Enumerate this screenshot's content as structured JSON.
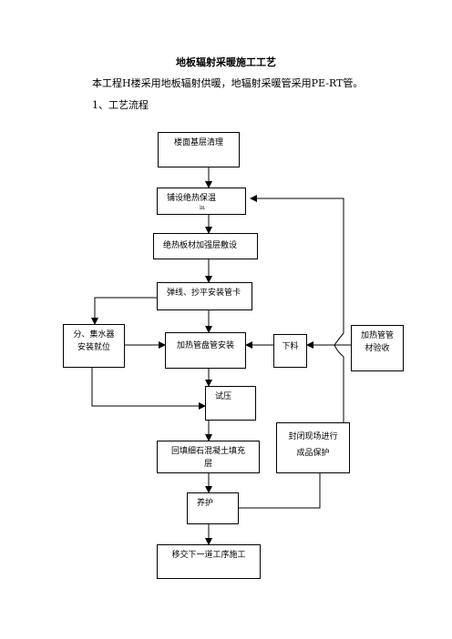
{
  "doc": {
    "title": "地板辐射采暖施工工艺",
    "intro": "本工程H楼采用地板辐射供暖，地辐射采暖管采用PE-RT管。",
    "section": "1、工艺流程"
  },
  "flow": {
    "floor_clean": "楼面基层清理",
    "insulation_1": "铺设绝热保温",
    "insulation_2": "in",
    "reinforce": "绝热板材加强层敷设",
    "marking": "弹线、抄平安装管卡",
    "manifold_1": "分、集水器",
    "manifold_2": "安装就位",
    "coil_install": "加热管盘管安装",
    "cutting": "下料",
    "inspect_1": "加热管管",
    "inspect_2": "材验收",
    "pressure_test": "试压",
    "backfill_1": "回填细石混凝土填充",
    "backfill_2": "层",
    "protect_1": "封闭现场进行",
    "protect_2": "成品保护",
    "curing": "养护",
    "handover": "移交下一道工序施工"
  }
}
